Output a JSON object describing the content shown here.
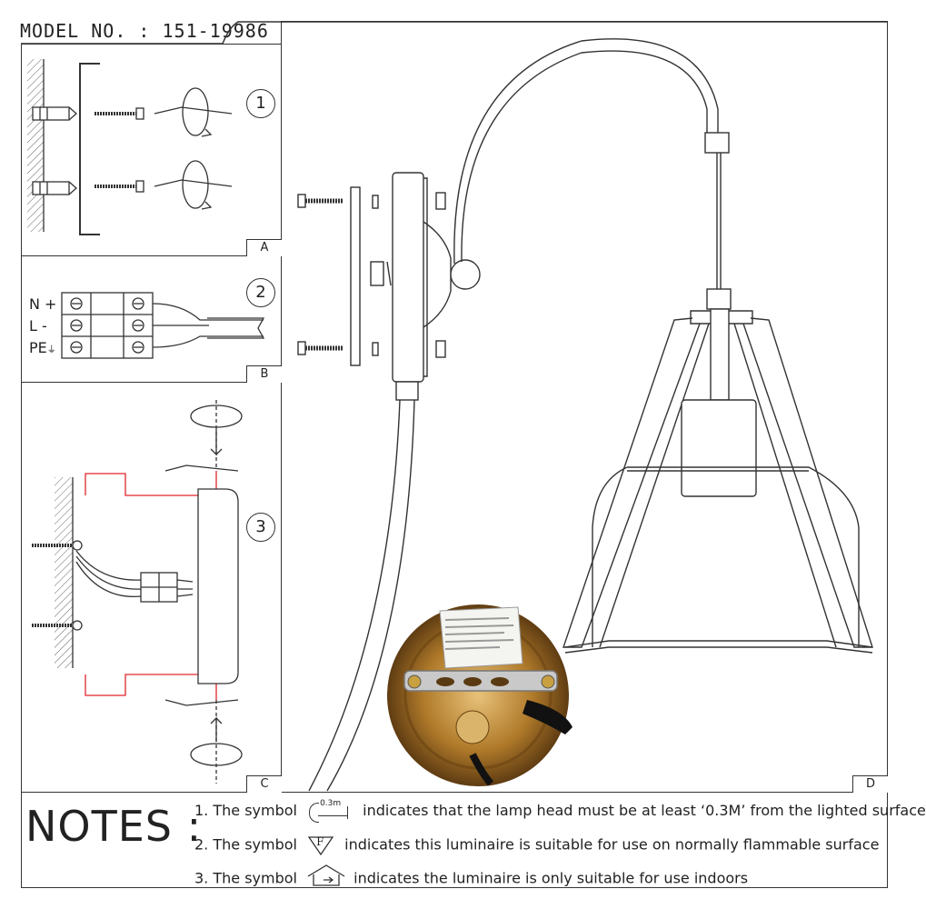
{
  "header": {
    "model": "MODEL NO. : 151-19986"
  },
  "panels": {
    "a": "A",
    "b": "B",
    "c": "C",
    "d": "D"
  },
  "steps": [
    "1",
    "2",
    "3"
  ],
  "wiring": {
    "n": "N +",
    "l": "L -",
    "pe": "PE"
  },
  "notes": {
    "title": "NOTES :",
    "n1_prefix": "1. The symbol",
    "n1_symbol": "0.3m",
    "n1_text": "indicates that the lamp head must be at least ‘0.3M’ from the lighted surface",
    "n2_prefix": "2. The symbol",
    "n2_symbol": "F",
    "n2_text": "indicates this luminaire is suitable for use on normally flammable surface",
    "n3_prefix": "3. The symbol",
    "n3_text": "indicates the luminaire is only suitable for use indoors"
  },
  "colors": {
    "line": "#333333",
    "wire_red": "#e0262b",
    "brass": "#b07a2a"
  }
}
